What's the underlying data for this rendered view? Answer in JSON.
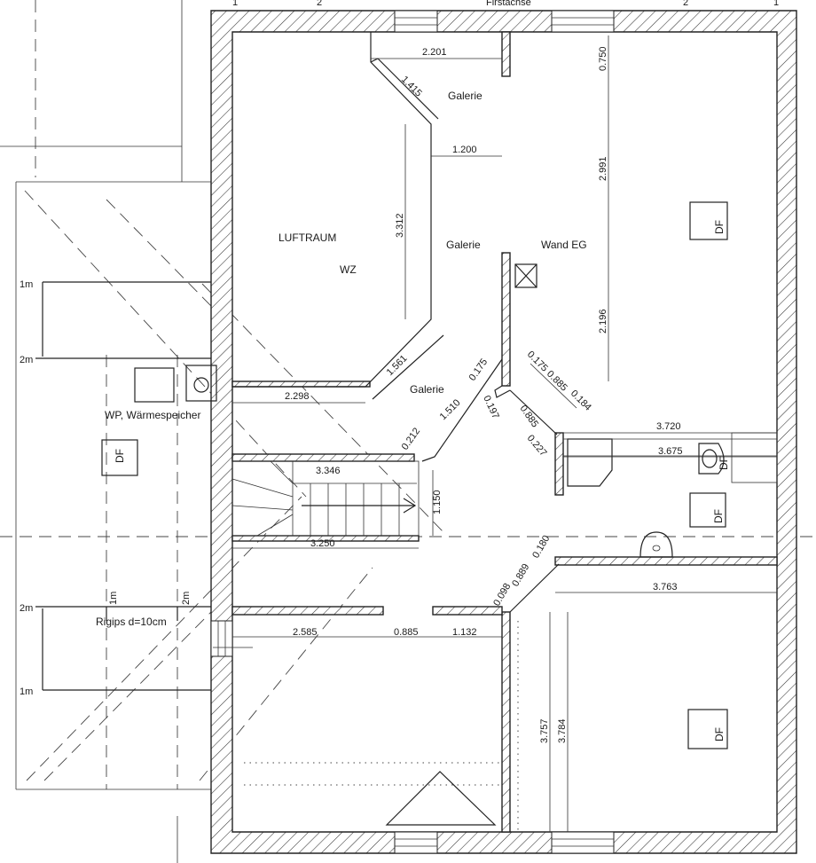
{
  "header": {
    "top_note": "Firstachse",
    "axis_marks": [
      "1",
      "2",
      "2",
      "1"
    ]
  },
  "rooms": {
    "luftraum": "LUFTRAUM",
    "wz": "WZ",
    "galerie_top": "Galerie",
    "galerie_mid": "Galerie",
    "galerie_low": "Galerie",
    "wand_eg": "Wand EG",
    "wp": "WP, Wärmespeicher",
    "rigips": "Rigips d=10cm"
  },
  "markers": {
    "df_top_right": "DF",
    "df_left": "DF",
    "df_bath": "DF",
    "df_bath2": "DF",
    "df_bottom_right": "DF"
  },
  "level_marks": {
    "m1_a": "1m",
    "m2_a": "2m",
    "m2_b": "2m",
    "m1_b": "1m",
    "m1_v": "1m",
    "m2_v": "2m"
  },
  "dimensions": {
    "d2201": "2.201",
    "d1415": "1.415",
    "d1200": "1.200",
    "d3312": "3.312",
    "d0750": "0.750",
    "d2991": "2.991",
    "d2196": "2.196",
    "d1561": "1.561",
    "d1510": "1.510",
    "d0175a": "0.175",
    "d0197": "0.197",
    "d0212": "0.212",
    "d2298": "2.298",
    "d0175b": "0.175",
    "d0885a": "0.885",
    "d0184": "0.184",
    "d0885b": "0.885",
    "d0227": "0.227",
    "d3720": "3.720",
    "d3675": "3.675",
    "d3346": "3.346",
    "d1150": "1.150",
    "d3250": "3.250",
    "d0098": "0.098",
    "d0889": "0.889",
    "d0180": "0.180",
    "d3763": "3.763",
    "d2585": "2.585",
    "d0885c": "0.885",
    "d1132": "1.132",
    "d3757": "3.757",
    "d3784": "3.784"
  }
}
